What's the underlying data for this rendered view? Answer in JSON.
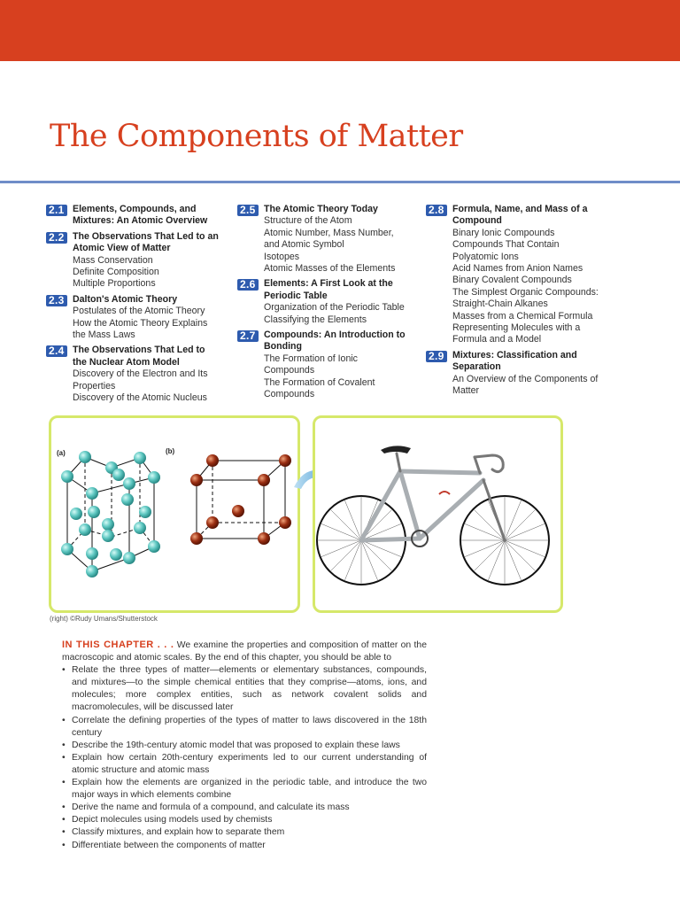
{
  "chapter": {
    "title": "The Components of Matter"
  },
  "columns": [
    [
      {
        "num": "2.1",
        "title": "Elements, Compounds, and Mixtures: An Atomic Overview",
        "items": []
      },
      {
        "num": "2.2",
        "title": "The Observations That Led to an Atomic View of Matter",
        "items": [
          "Mass Conservation",
          "Definite Composition",
          "Multiple Proportions"
        ]
      },
      {
        "num": "2.3",
        "title": "Dalton's Atomic Theory",
        "items": [
          "Postulates of the Atomic Theory",
          "How the Atomic Theory Explains the Mass Laws"
        ]
      },
      {
        "num": "2.4",
        "title": "The Observations That Led to the Nuclear Atom Model",
        "items": [
          "Discovery of the Electron and Its Properties",
          "Discovery of the Atomic Nucleus"
        ]
      }
    ],
    [
      {
        "num": "2.5",
        "title": "The Atomic Theory Today",
        "items": [
          "Structure of the Atom",
          "Atomic Number, Mass Number, and Atomic Symbol",
          "Isotopes",
          "Atomic Masses of the Elements"
        ]
      },
      {
        "num": "2.6",
        "title": "Elements: A First Look at the Periodic Table",
        "items": [
          "Organization of the Periodic Table",
          "Classifying the Elements"
        ]
      },
      {
        "num": "2.7",
        "title": "Compounds: An Introduction to Bonding",
        "items": [
          "The Formation of Ionic Compounds",
          "The Formation of Covalent Compounds"
        ]
      }
    ],
    [
      {
        "num": "2.8",
        "title": "Formula, Name, and Mass of a Compound",
        "items": [
          "Binary Ionic Compounds",
          "Compounds That Contain Polyatomic Ions",
          "Acid Names from Anion Names",
          "Binary Covalent Compounds",
          "The Simplest Organic Compounds: Straight-Chain Alkanes",
          "Masses from a Chemical Formula",
          "Representing Molecules with a Formula and a Model"
        ]
      },
      {
        "num": "2.9",
        "title": "Mixtures: Classification and Separation",
        "items": [
          "An Overview of the Components of Matter"
        ]
      }
    ]
  ],
  "figure": {
    "label_a": "(a)",
    "label_b": "(b)",
    "credit": "(right) ©Rudy Umans/Shutterstock"
  },
  "intro": {
    "lead": "IN THIS CHAPTER . . .",
    "text": " We examine the properties and composition of matter on the macroscopic and atomic scales. By the end of this chapter, you should be able to",
    "objectives": [
      "Relate the three types of matter—elements or elementary substances, compounds, and mixtures—to the simple chemical entities that they comprise—atoms, ions, and molecules; more complex entities, such as network covalent solids and macromolecules, will be discussed later",
      "Correlate the defining properties of the types of matter to laws discovered in the 18th century",
      "Describe the 19th-century atomic model that was proposed to explain these laws",
      "Explain how certain 20th-century experiments led to our current understanding of atomic structure and atomic mass",
      "Explain how the elements are organized in the periodic table, and introduce the two major ways in which elements combine",
      "Derive the name and formula of a compound, and calculate its mass",
      "Depict molecules using models used by chemists",
      "Classify mixtures, and explain how to separate them",
      "Differentiate between the components of matter"
    ]
  },
  "colors": {
    "accent": "#d7401f",
    "rule": "#6f8dc8",
    "badge": "#2e5bae",
    "frame": "#d6e86a",
    "atom_a": "#5cc6c0",
    "atom_b": "#9a2e12"
  }
}
